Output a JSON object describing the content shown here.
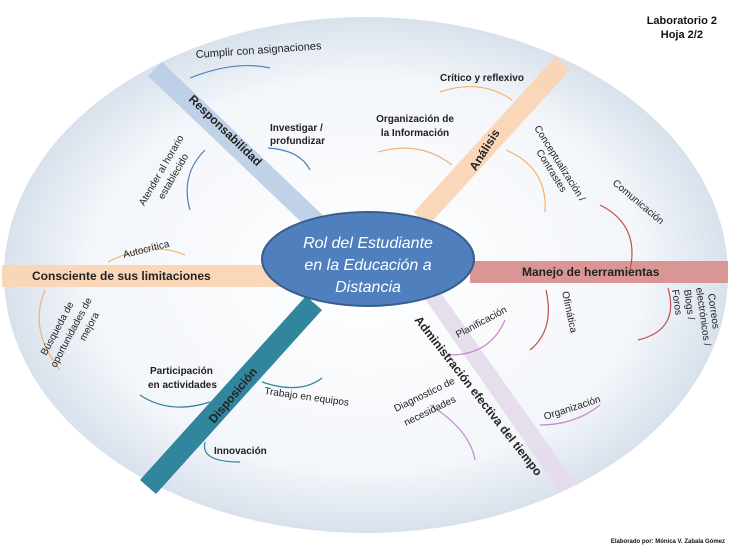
{
  "header": {
    "lab": "Laboratorio 2",
    "sheet": "Hoja 2/2"
  },
  "footer": {
    "credit": "Elaborado por: Mónica V. Zabala Gómez"
  },
  "center": {
    "line1": "Rol del Estudiante",
    "line2": "en la Educación a",
    "line3": "Distancia"
  },
  "branches": {
    "responsabilidad": "Responsabilidad",
    "analisis": "Análisis",
    "consciente": "Consciente de sus limitaciones",
    "manejo": "Manejo de herramientas",
    "disposicion": "Disposición",
    "administracion": "Administración efectiva del tiempo"
  },
  "responsabilidad": {
    "cumplir": "Cumplir con asignaciones",
    "investigar1": "Investigar /",
    "investigar2": "profundizar",
    "atender1": "Atender al horario",
    "atender2": "establecido"
  },
  "analisis": {
    "critico": "Crítico y reflexivo",
    "organizacion1": "Organización de",
    "organizacion2": "la Información",
    "concept1": "Conceptualización /",
    "concept2": "Contrastes"
  },
  "consciente": {
    "autocritica": "Autocrítica",
    "busqueda1": "Búsqueda de",
    "busqueda2": "oportunidades de",
    "busqueda3": "mejora"
  },
  "manejo": {
    "comunicacion": "Comunicación",
    "ofimatica": "Ofimática",
    "correos1": "Correos",
    "correos2": "electrónicos /",
    "correos3": "Blogs /",
    "correos4": "Foros"
  },
  "disposicion": {
    "participacion1": "Participación",
    "participacion2": "en actividades",
    "trabajo": "Trabajo en equipos",
    "innovacion": "Innovación"
  },
  "administracion": {
    "planificacion": "Planificación",
    "diagnostico1": "Diagnostico de",
    "diagnostico2": "necesidades",
    "organizacion": "Organización"
  },
  "colors": {
    "background_oval": "#dfe6ef",
    "center_fill": "#4f80bd",
    "responsabilidad": "#b7cce4",
    "analisis": "#f9d6b4",
    "consciente": "#f9d6b4",
    "manejo": "#d99594",
    "disposicion": "#2f7b8c",
    "administracion": "#e4d6e8"
  }
}
